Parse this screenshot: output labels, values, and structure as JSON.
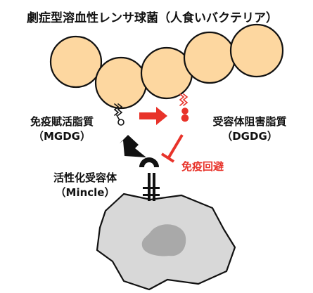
{
  "title": "劇症型溶血性レンサ球菌（人食いバクテリア）",
  "left_lipid": {
    "name": "免疫賦活脂質",
    "abbr": "（MGDG）"
  },
  "right_lipid": {
    "name": "受容体阻害脂質",
    "abbr": "（DGDG）"
  },
  "receptor": {
    "name": "活性化受容体",
    "abbr": "（Mincle）"
  },
  "escape_label": "免疫回避",
  "colors": {
    "bacteria_fill": "#fdd7a0",
    "cell_fill": "#d8d8d8",
    "nucleus_fill": "#a9a9a9",
    "red_accent": "#e8332a",
    "outline": "#111111"
  }
}
